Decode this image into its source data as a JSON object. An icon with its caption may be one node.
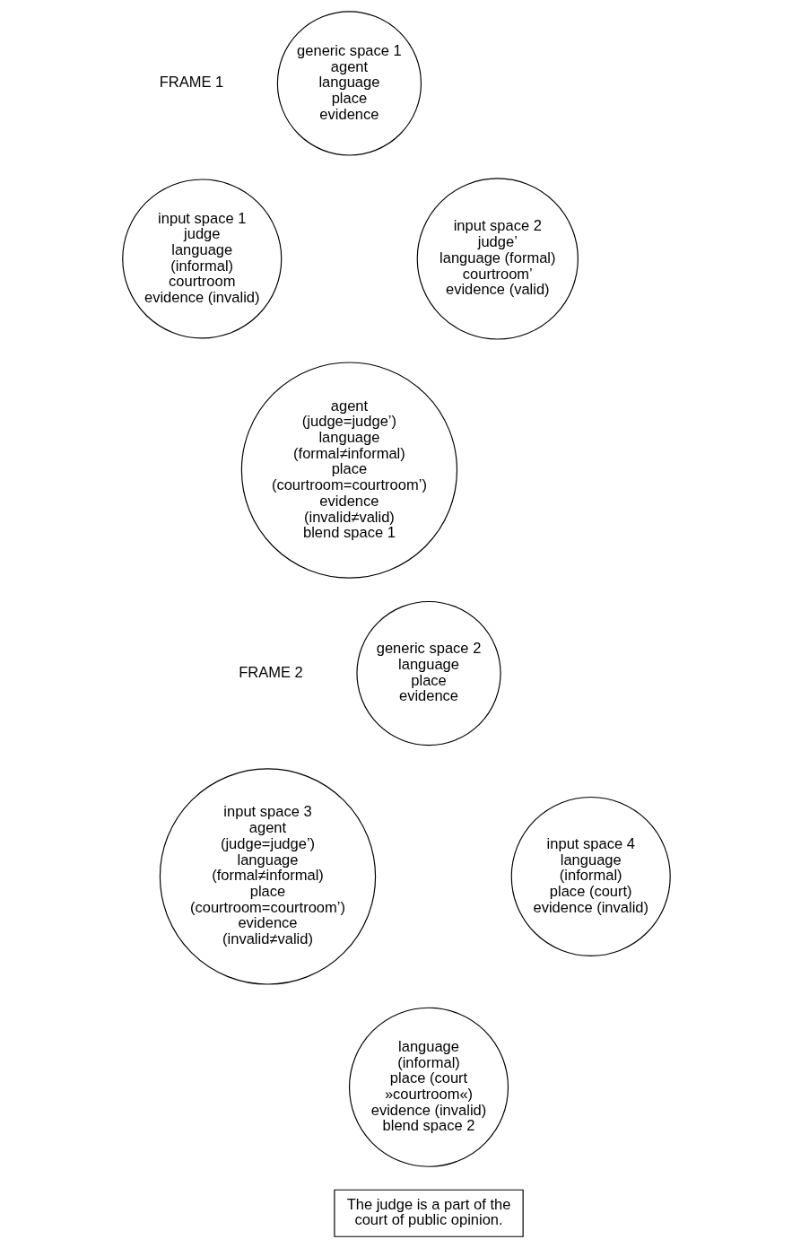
{
  "diagram": {
    "nodes": [
      {
        "text": [
          "generic space 1",
          "agent",
          "language",
          "place",
          "evidence"
        ]
      },
      {
        "text": [
          "input space 1",
          "judge",
          "language (informal)",
          "courtroom",
          "evidence (invalid)"
        ]
      },
      {
        "text": [
          "input space 2",
          "judge’",
          "language (formal)",
          "courtroom’",
          "evidence (valid)"
        ]
      },
      {
        "text": [
          "agent (judge=judge’)",
          "language (formal≠informal)",
          "place (courtroom=courtroom’)",
          "evidence (invalid≠valid)",
          "blend space 1"
        ]
      },
      {
        "text": [
          "generic space 2",
          "language",
          "place",
          "evidence"
        ]
      },
      {
        "text": [
          "input space 3",
          "agent (judge=judge’)",
          "language (formal≠informal)",
          "place (courtroom=courtroom’)",
          "evidence (invalid≠valid)"
        ]
      },
      {
        "text": [
          "input space 4",
          "language (informal)",
          "place (court)",
          "evidence (invalid)"
        ]
      },
      {
        "text": [
          "language (informal)",
          "place (court »courtroom«)",
          "evidence (invalid)",
          "blend space 2"
        ]
      },
      {
        "text": [
          "The judge is a part of the court of public opinion."
        ]
      }
    ],
    "labels": [
      "FRAME 1",
      "FRAME 2"
    ]
  }
}
